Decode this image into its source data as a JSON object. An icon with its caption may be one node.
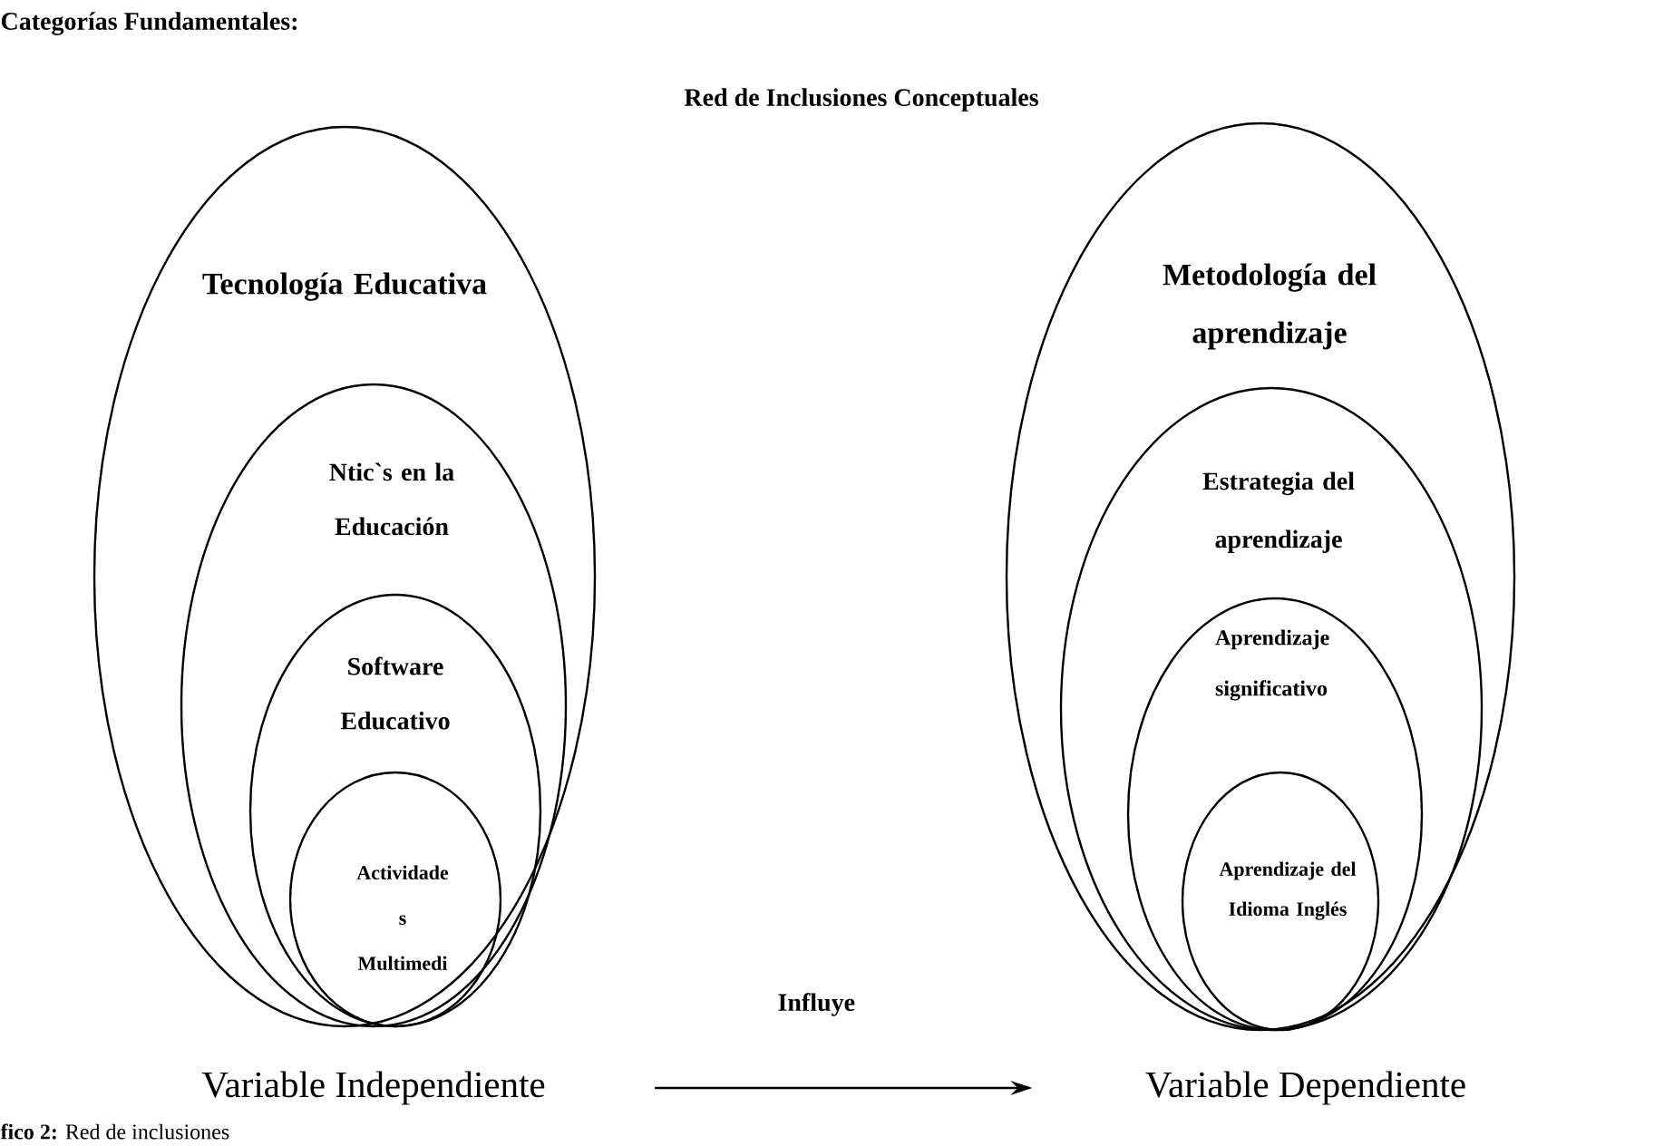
{
  "diagram": {
    "title": "Red de Inclusiones Conceptuales",
    "caption": "**fico 2:** Red de inclusiones",
    "nodes": [
      {
        "text": [
          "Tecnología Educativa"
        ]
      },
      {
        "text": [
          "Ntic`s en la Educación"
        ],
        "in": 0
      },
      {
        "text": [
          "Software Educativo"
        ],
        "in": 1
      },
      {
        "text": [
          "Actividade s Multimedi"
        ],
        "in": 2
      },
      {
        "text": [
          "Metodología del aprendizaje"
        ]
      },
      {
        "text": [
          "Estrategia del aprendizaje"
        ],
        "in": 4
      },
      {
        "text": [
          "Aprendizaje significativo"
        ],
        "in": 5
      },
      {
        "text": [
          "Aprendizaje del Idioma Inglés"
        ],
        "in": 6
      },
      {
        "text": [
          "Variable Independiente"
        ]
      },
      {
        "text": [
          "Variable Dependiente"
        ]
      }
    ],
    "edges": [
      {
        "from": 8,
        "to": 9,
        "arrow": "to",
        "label": "Influye"
      }
    ],
    "labels": [
      "Categorías Fundamentales:"
    ]
  }
}
